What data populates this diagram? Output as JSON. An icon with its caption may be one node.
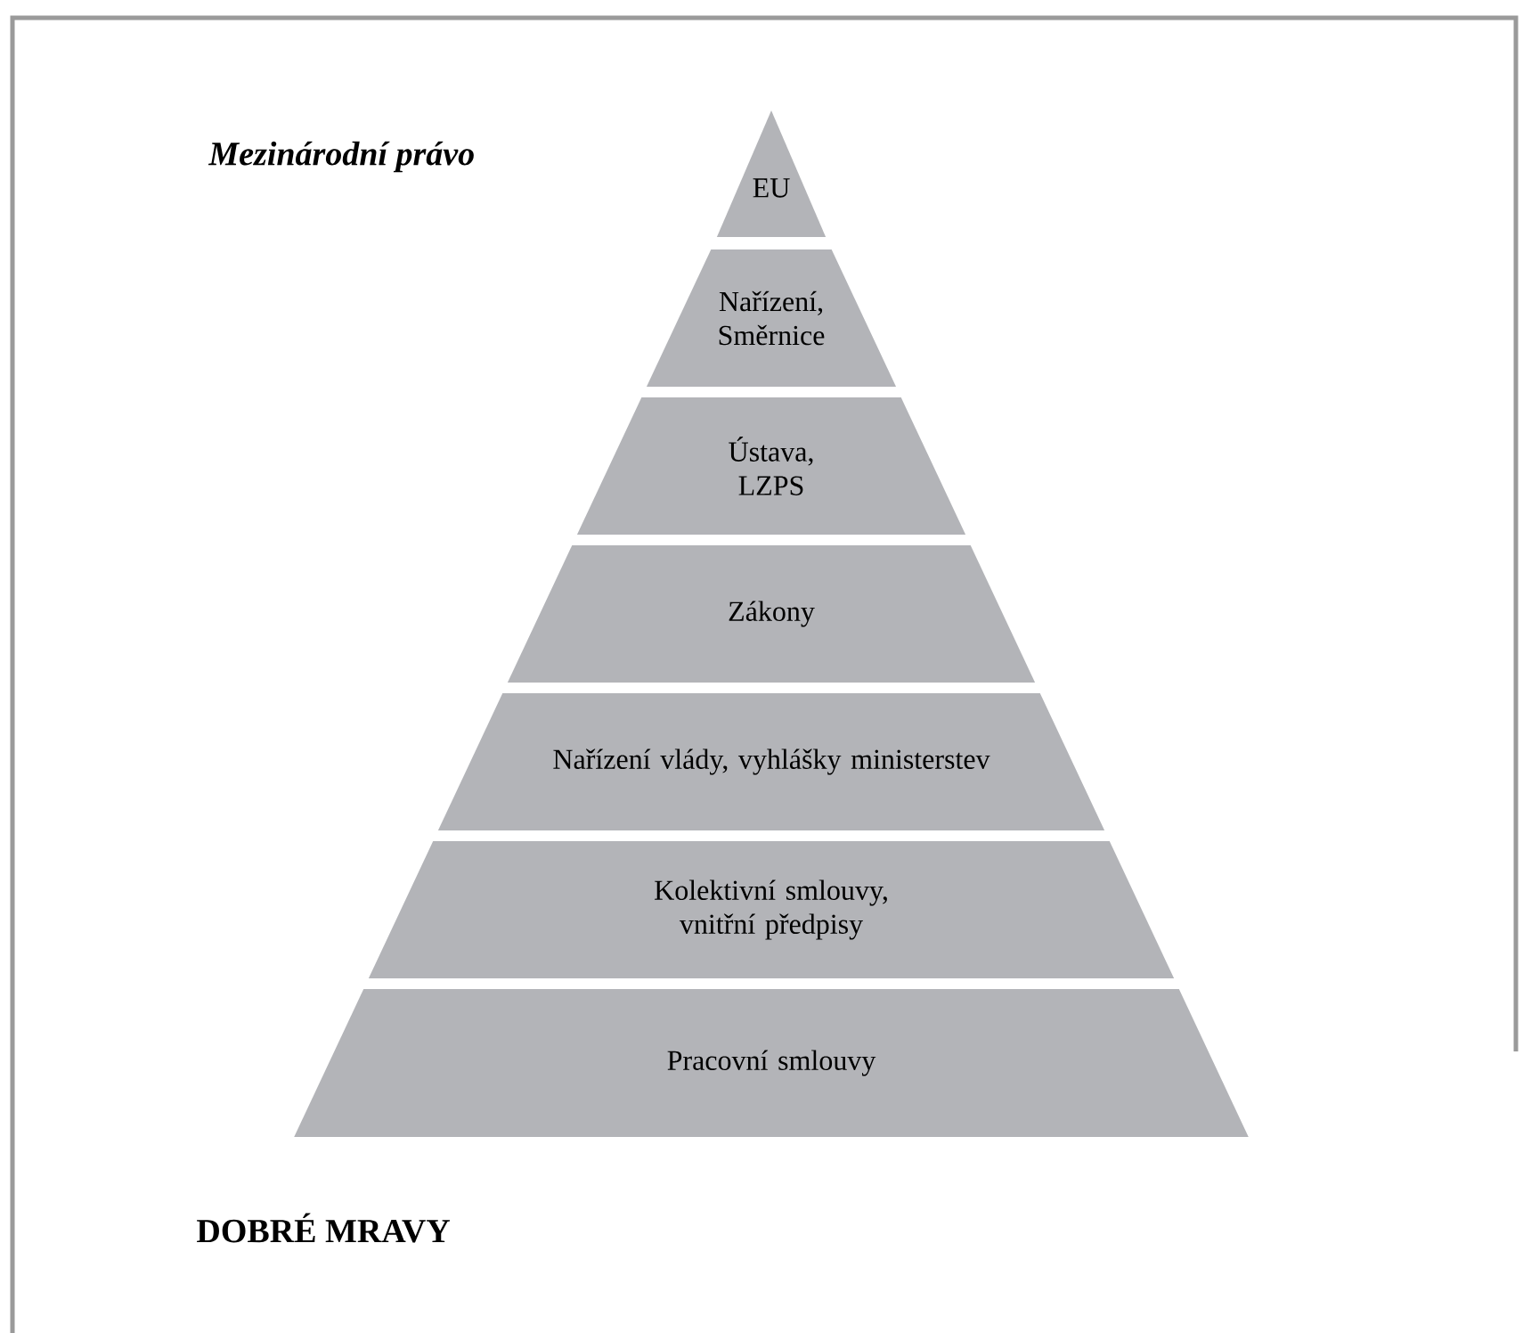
{
  "diagram": {
    "nodes": [
      {
        "text": [
          "EU"
        ]
      },
      {
        "text": [
          "Nařízení, Směrnice"
        ]
      },
      {
        "text": [
          "Ústava, LZPS"
        ]
      },
      {
        "text": [
          "Zákony"
        ]
      },
      {
        "text": [
          "Nařízení vlády, vyhlášky ministerstev"
        ]
      },
      {
        "text": [
          "Kolektivní smlouvy, vnitřní předpisy"
        ]
      },
      {
        "text": [
          "Pracovní smlouvy"
        ]
      }
    ],
    "labels": [
      "Mezinárodní právo",
      "DOBRÉ MRAVY"
    ]
  }
}
